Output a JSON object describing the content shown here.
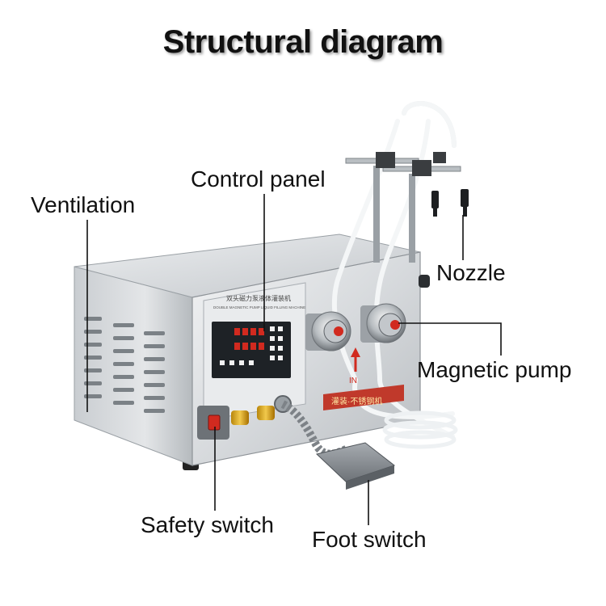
{
  "title": "Structural diagram",
  "labels": {
    "control_panel": "Control panel",
    "ventilation": "Ventilation",
    "nozzle": "Nozzle",
    "magnetic_pump": "Magnetic pump",
    "safety_switch": "Safety switch",
    "foot_switch": "Foot switch"
  },
  "machine_text": {
    "panel_heading": "双头磁力泵液体灌装机",
    "panel_subheading": "DOUBLE MAGNETIC PUMP LIQUID FILLING MACHINE",
    "in_mark": "IN",
    "brand_bar": "灌装·不锈钢机"
  },
  "colors": {
    "steel_light": "#e6e8ea",
    "steel_mid": "#c4c8cc",
    "steel_dark": "#8e9398",
    "display_bg": "#1e2226",
    "red_accent": "#d12a1f",
    "brand_bar": "#c0392b",
    "foot_switch": "#8b9094"
  }
}
